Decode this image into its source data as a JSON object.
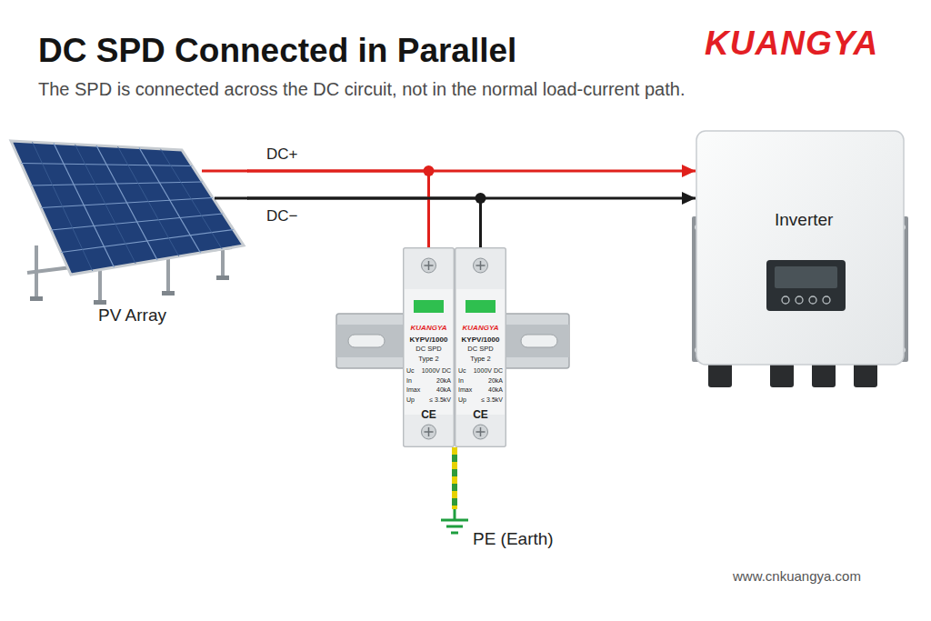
{
  "diagram": {
    "title": "DC SPD Connected in Parallel",
    "caption": "The SPD is connected across the DC circuit, not in the normal load-current path.",
    "nodes": [
      {
        "text": [
          "PV Array"
        ]
      },
      {
        "text": [
          "Inverter"
        ]
      },
      {
        "text": [
          "KUANGYA",
          "KYPV/1000",
          "DC SPD",
          "Type 2",
          "Uc",
          "1000V DC",
          "In",
          "20kA",
          "Imax",
          "40kA",
          "Up",
          "≤ 3.5kV",
          "CE"
        ]
      },
      {
        "text": [
          "KUANGYA",
          "KYPV/1000",
          "DC SPD",
          "Type 2",
          "Uc",
          "1000V DC",
          "In",
          "20kA",
          "Imax",
          "40kA",
          "Up",
          "≤ 3.5kV",
          "CE"
        ]
      },
      {
        "text": [
          "PE (Earth)"
        ]
      }
    ],
    "edges": [
      {
        "from": 0,
        "to": 1,
        "arrow": "to",
        "label": "DC+"
      },
      {
        "from": 0,
        "to": 1,
        "arrow": "to",
        "label": "DC−"
      },
      {
        "from": 0,
        "to": 2,
        "arrow": "none"
      },
      {
        "from": 0,
        "to": 3,
        "arrow": "none"
      },
      {
        "from": 2,
        "to": 4,
        "arrow": "none"
      },
      {
        "from": 3,
        "to": 4,
        "arrow": "none"
      }
    ],
    "labels": [
      "KUANGYA",
      "www.cnkuangya.com"
    ]
  }
}
